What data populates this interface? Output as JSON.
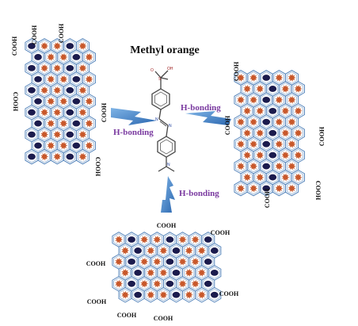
{
  "title": "Methyl orange",
  "bond_labels": {
    "left": "H-bonding",
    "right": "H-bonding",
    "bottom": "H-bonding"
  },
  "group_label": "COOH",
  "molecule_atoms": {
    "oxygen": "O",
    "hydroxyl": "OH",
    "sulfur": "S",
    "nitrogen_1": "N",
    "nitrogen_2": "N",
    "amine": "N"
  },
  "colors": {
    "hex_line": "#4d7fb8",
    "bead": "#1b1b4d",
    "star": "#c8582b",
    "bond_label": "#7a3aa0",
    "bolt": "#3a7ac0",
    "molecule": "#444444",
    "text": "#111111"
  }
}
